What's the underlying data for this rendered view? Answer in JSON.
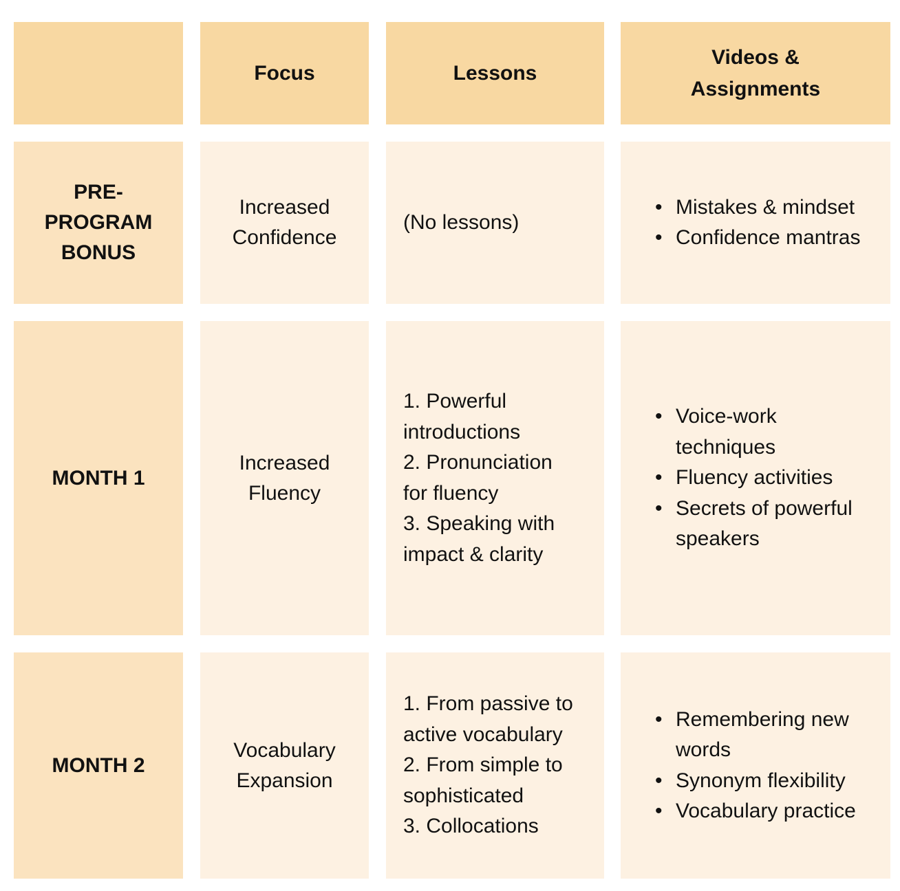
{
  "header": {
    "col1": "",
    "focus": "Focus",
    "lessons": "Lessons",
    "videos_line1": "Videos &",
    "videos_line2": "Assignments"
  },
  "rows": [
    {
      "label_lines": [
        "PRE-",
        "PROGRAM",
        "BONUS"
      ],
      "focus_lines": [
        "Increased",
        "Confidence"
      ],
      "lessons_lines": [
        "(No lessons)"
      ],
      "videos": [
        [
          "Mistakes & mindset"
        ],
        [
          "Confidence mantras"
        ]
      ]
    },
    {
      "label_lines": [
        "MONTH 1"
      ],
      "focus_lines": [
        "Increased",
        "Fluency"
      ],
      "lessons_lines": [
        "1. Powerful",
        "introductions",
        "2. Pronunciation",
        "for fluency",
        "3. Speaking with",
        "impact & clarity"
      ],
      "videos": [
        [
          "Voice-work",
          "techniques"
        ],
        [
          "Fluency activities"
        ],
        [
          "Secrets of powerful",
          "speakers"
        ]
      ]
    },
    {
      "label_lines": [
        "MONTH 2"
      ],
      "focus_lines": [
        "Vocabulary",
        "Expansion"
      ],
      "lessons_lines": [
        "1. From passive to",
        "active vocabulary",
        "2. From simple to",
        "sophisticated",
        "3. Collocations"
      ],
      "videos": [
        [
          "Remembering new",
          "words"
        ],
        [
          "Synonym flexibility"
        ],
        [
          "Vocabulary practice"
        ]
      ]
    }
  ],
  "bullet_glyph": "•",
  "colors": {
    "header_bg": "#f8d8a2",
    "label_bg": "#fbe3bf",
    "body_bg": "#fdf1e2",
    "text": "#111111"
  }
}
